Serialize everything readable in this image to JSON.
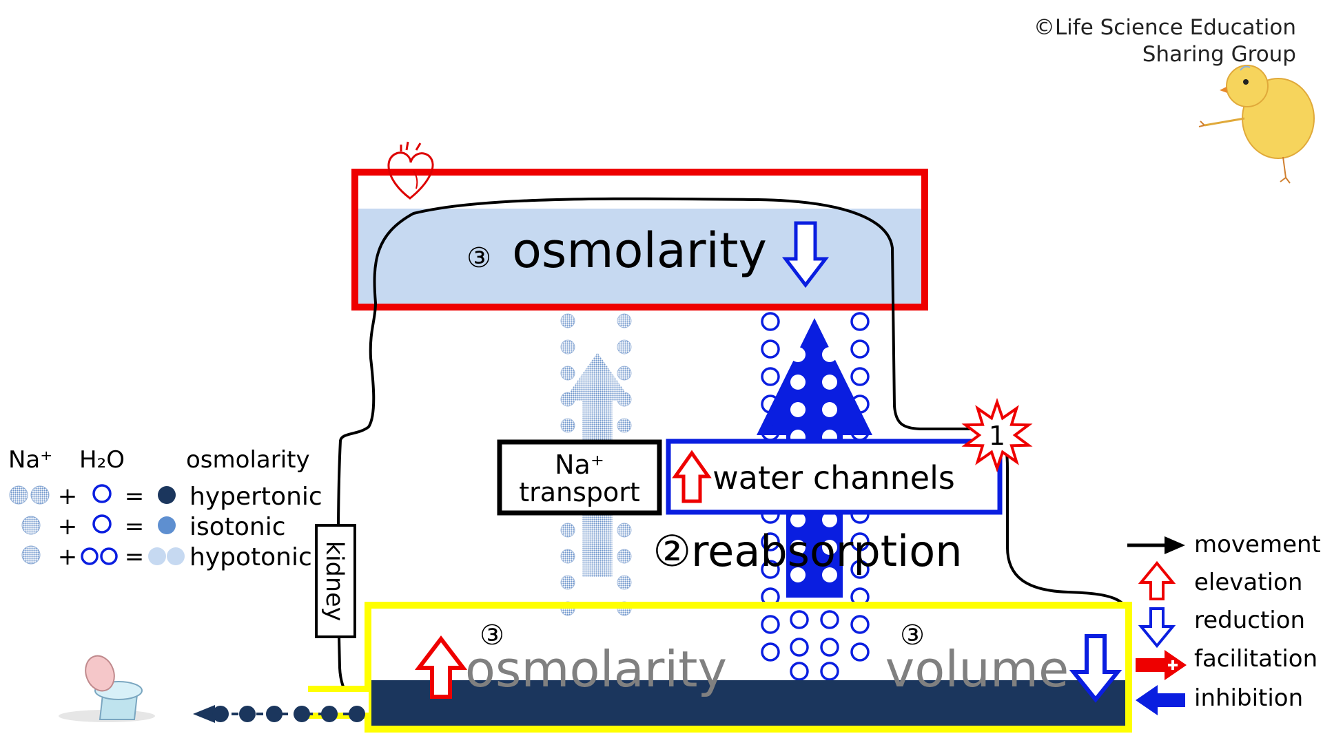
{
  "copyright": {
    "line1": "©Life Science Education",
    "line2": "Sharing Group"
  },
  "blood": {
    "number": "③",
    "label": "osmolarity",
    "trend": "reduction",
    "fill_color": "#c6d9f1",
    "frame_color": "#ee0000",
    "icon": "heart-icon"
  },
  "kidney": {
    "label": "kidney",
    "event_number": "1",
    "na_transport_line1": "Na⁺",
    "na_transport_line2": "transport",
    "water_channels_label": "water channels",
    "water_channels_trend": "elevation",
    "reabsorption_label": "②reabsorption"
  },
  "urine": {
    "osmolarity_number": "③",
    "osmolarity_label": "osmolarity",
    "osmolarity_trend": "elevation",
    "volume_number": "③",
    "volume_label": "volume",
    "volume_trend": "reduction",
    "fill_color": "#1b365d",
    "frame_color": "#ffff00",
    "icon": "toilet-icon"
  },
  "key_left": {
    "headers": {
      "na": "Na⁺",
      "h2o": "H₂O",
      "osm": "osmolarity"
    },
    "rows": [
      {
        "label": "hypertonic"
      },
      {
        "label": "isotonic"
      },
      {
        "label": "hypotonic"
      }
    ],
    "plus": "+",
    "equals": "="
  },
  "legend": {
    "items": [
      {
        "label": "movement",
        "icon": "black-arrow-icon"
      },
      {
        "label": "elevation",
        "icon": "red-outline-up-arrow-icon"
      },
      {
        "label": "reduction",
        "icon": "blue-outline-down-arrow-icon"
      },
      {
        "label": "facilitation",
        "icon": "red-plus-arrow-icon"
      },
      {
        "label": "inhibition",
        "icon": "blue-left-arrow-icon"
      }
    ]
  },
  "colors": {
    "na_dot": "#7a9fd0",
    "water_blue": "#0a1ee0",
    "dark_navy": "#1b365d",
    "red": "#ee0000"
  }
}
